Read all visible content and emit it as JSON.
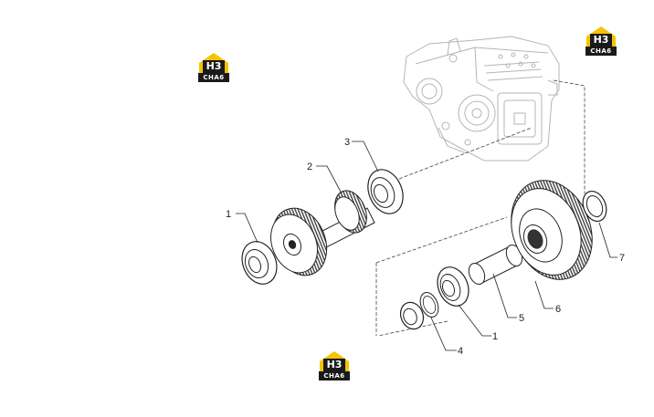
{
  "logo": {
    "big_text": "H3",
    "small_text": "CHA6",
    "color_yellow": "#f5c400",
    "color_dark": "#1a1a1a"
  },
  "callouts": [
    {
      "id": "1a",
      "label": "1"
    },
    {
      "id": "2",
      "label": "2"
    },
    {
      "id": "3",
      "label": "3"
    },
    {
      "id": "1b",
      "label": "1"
    },
    {
      "id": "4",
      "label": "4"
    },
    {
      "id": "5",
      "label": "5"
    },
    {
      "id": "6",
      "label": "6"
    },
    {
      "id": "7",
      "label": "7"
    }
  ]
}
